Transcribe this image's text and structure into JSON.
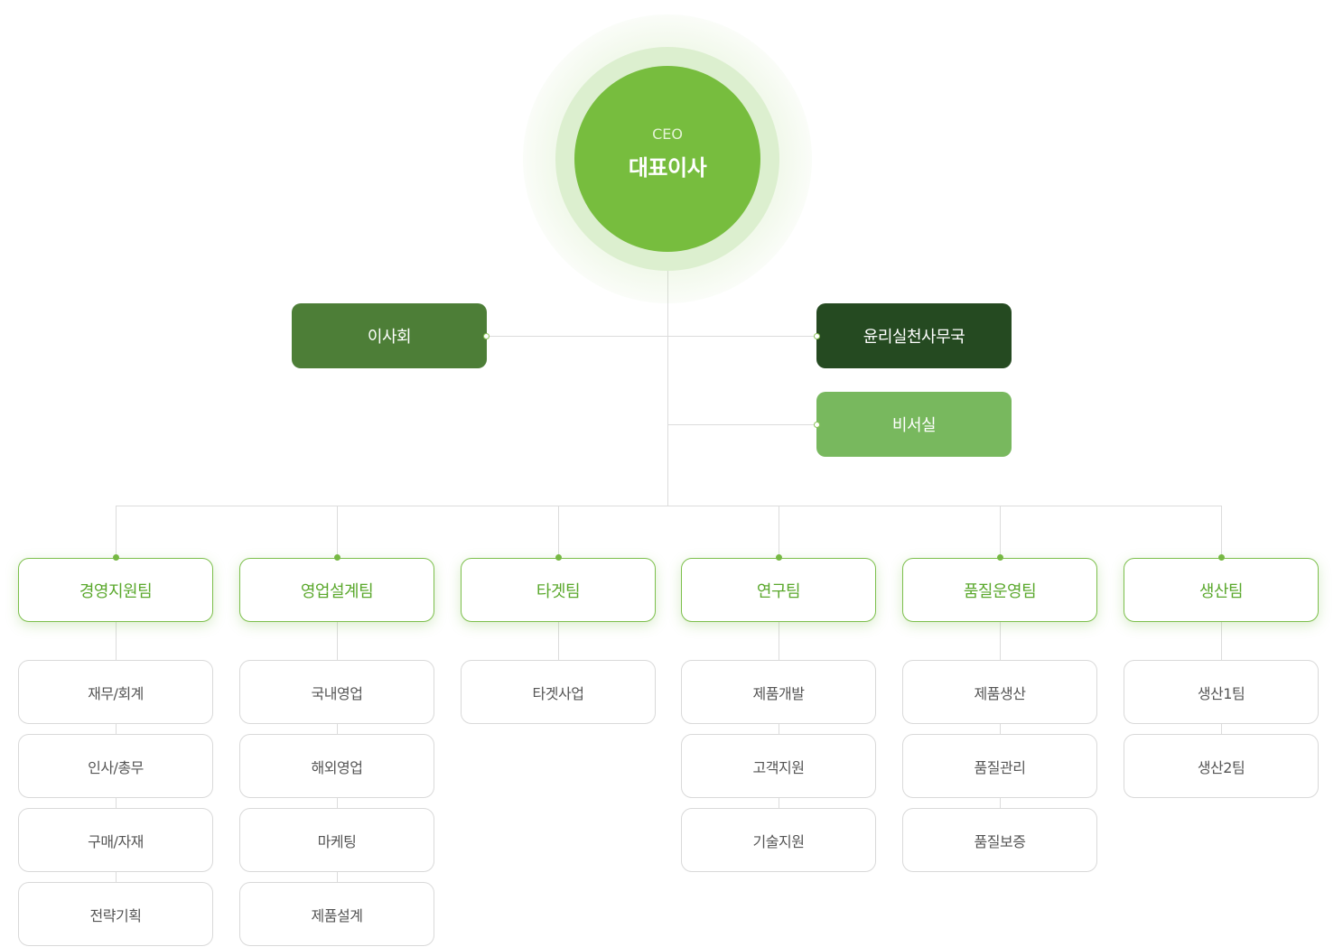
{
  "ceo": {
    "en": "CEO",
    "ko": "대표이사"
  },
  "board": "이사회",
  "ethics_office": "윤리실천사무국",
  "secretary_office": "비서실",
  "teams": [
    {
      "name": "경영지원팀",
      "units": [
        "재무/회계",
        "인사/총무",
        "구매/자재",
        "전략기획"
      ]
    },
    {
      "name": "영업설계팀",
      "units": [
        "국내영업",
        "해외영업",
        "마케팅",
        "제품설계"
      ]
    },
    {
      "name": "타겟팀",
      "units": [
        "타겟사업"
      ]
    },
    {
      "name": "연구팀",
      "units": [
        "제품개발",
        "고객지원",
        "기술지원"
      ]
    },
    {
      "name": "품질운영팀",
      "units": [
        "제품생산",
        "품질관리",
        "품질보증"
      ]
    },
    {
      "name": "생산팀",
      "units": [
        "생산1팀",
        "생산2팀"
      ]
    }
  ],
  "colors": {
    "ceo": "#77bd3e",
    "board": "#4d7e37",
    "ethics_office": "#254a21",
    "secretary_office": "#78b85e",
    "team_text": "#5aa82c"
  }
}
